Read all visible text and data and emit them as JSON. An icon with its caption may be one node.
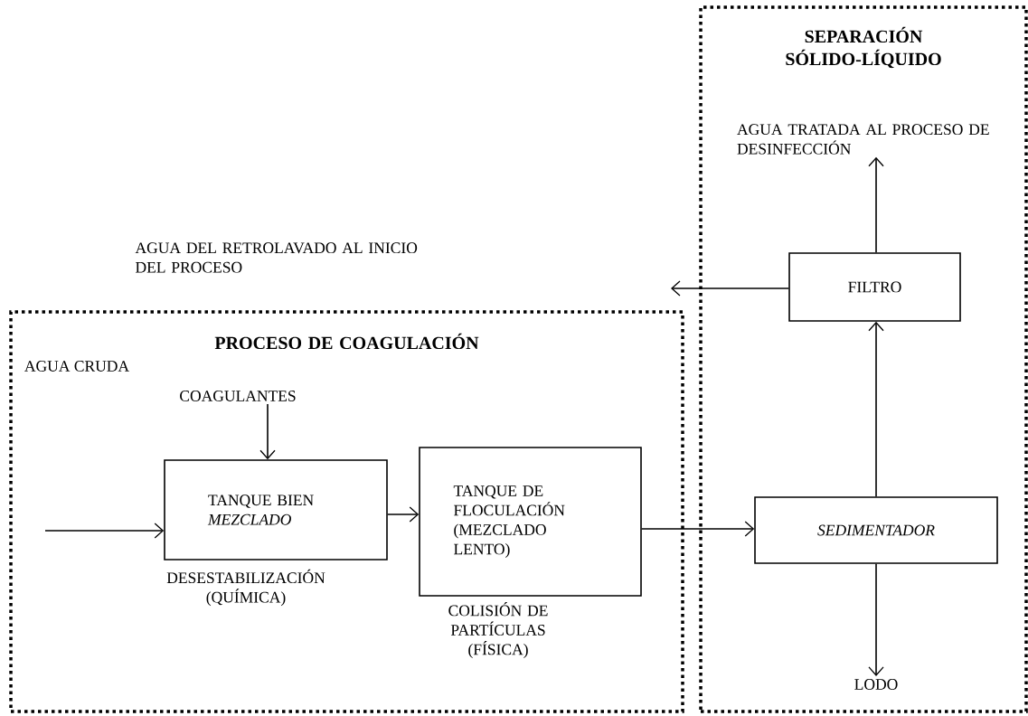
{
  "diagram": {
    "nodes": [
      {
        "text": [
          "PROCESO DE COAGULACIÓN"
        ]
      },
      {
        "text": [
          "SEPARACIÓN SÓLIDO-LÍQUIDO"
        ]
      },
      {
        "text": [
          "COAGULANTES"
        ],
        "in": 0
      },
      {
        "text": [
          "TANQUE BIEN *MEZCLADO*"
        ],
        "in": 0,
        "beside": [
          "DESESTABILIZACIÓN (QUÍMICA)"
        ]
      },
      {
        "text": [
          "TANQUE DE FLOCULACIÓN (MEZCLADO LENTO)"
        ],
        "in": 0,
        "beside": [
          "COLISIÓN DE PARTÍCULAS (FÍSICA)"
        ]
      },
      {
        "text": [
          "SEDIMENTADOR"
        ],
        "in": 1
      },
      {
        "text": [
          "FILTRO"
        ],
        "in": 1
      },
      {
        "text": [
          "AGUA TRATADA AL PROCESO DE DESINFECCIÓN"
        ],
        "in": 1
      },
      {
        "text": [
          "LODO"
        ],
        "in": 1
      }
    ],
    "edges": [
      {
        "from": null,
        "to": 3,
        "arrow": "to"
      },
      {
        "from": 2,
        "to": 3,
        "arrow": "to"
      },
      {
        "from": 3,
        "to": 4,
        "arrow": "to"
      },
      {
        "from": 4,
        "to": 5,
        "arrow": "to"
      },
      {
        "from": 5,
        "to": 6,
        "arrow": "to"
      },
      {
        "from": 6,
        "to": 7,
        "arrow": "to"
      },
      {
        "from": 6,
        "to": null,
        "arrow": "to"
      },
      {
        "from": 5,
        "to": 8,
        "arrow": "to"
      }
    ],
    "labels": [
      "AGUA CRUDA",
      "AGUA DEL RETROLAVADO AL INICIO DEL PROCESO"
    ]
  }
}
